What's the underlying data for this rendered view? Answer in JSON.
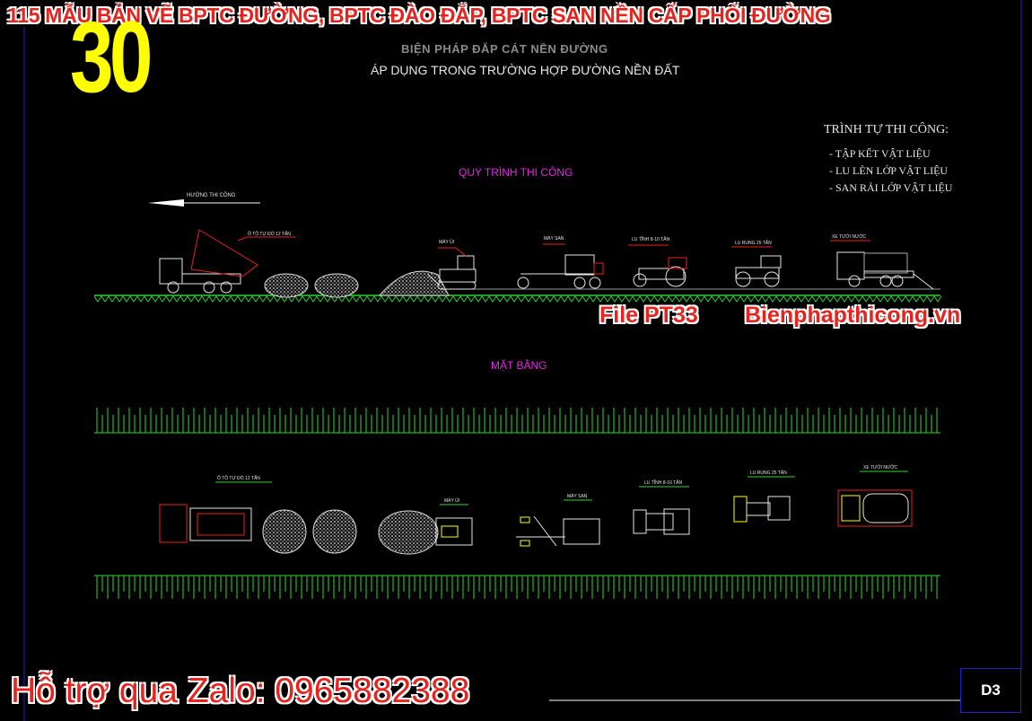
{
  "banner": "115 MẪU BẢN VẼ BPTC ĐƯỜNG, BPTC ĐÀO ĐẮP, BPTC SAN NỀN CẤP PHỐI ĐƯỜNG",
  "big_number": "30",
  "drawing": {
    "title": "BIỆN PHÁP ĐẮP CÁT NỀN ĐƯỜNG",
    "subtitle": "ÁP DỤNG TRONG TRƯỜNG HỢP ĐƯỜNG NỀN ĐẤT",
    "sequence_title": "TRÌNH TỰ THI CÔNG:",
    "sequence_steps": [
      "- TẬP KẾT VẬT LIỆU",
      "- LU LÈN LỚP VẬT LIỆU",
      "- SAN RẢI LỚP VẬT LIỆU"
    ],
    "process_label": "QUY TRÌNH THI CÔNG",
    "direction_label": "HƯỚNG THI CÔNG",
    "plan_label": "MẶT BẰNG",
    "equipment": {
      "truck": "Ô TÔ TỰ ĐỔ 12 TẤN",
      "excavator": "MÁY ỦI",
      "grader": "MÁY SAN",
      "roller_static": "LU TĨNH 8-10 TẤN",
      "roller_vibro": "LU RUNG 25 TẤN",
      "water_truck": "XE TƯỚI NƯỚC"
    }
  },
  "watermark": {
    "file": "File PT33",
    "site": "Bienphapthicong.vn"
  },
  "support": "Hỗ trợ qua Zalo: 0965882388",
  "sheet_id": "D3",
  "colors": {
    "cad_background": "#000000",
    "ground": "#2fd62f",
    "accent_red": "#e8231e",
    "label_magenta": "#e426e4",
    "highlight_yellow": "#ffff00",
    "frame_blue": "#2222cc"
  }
}
